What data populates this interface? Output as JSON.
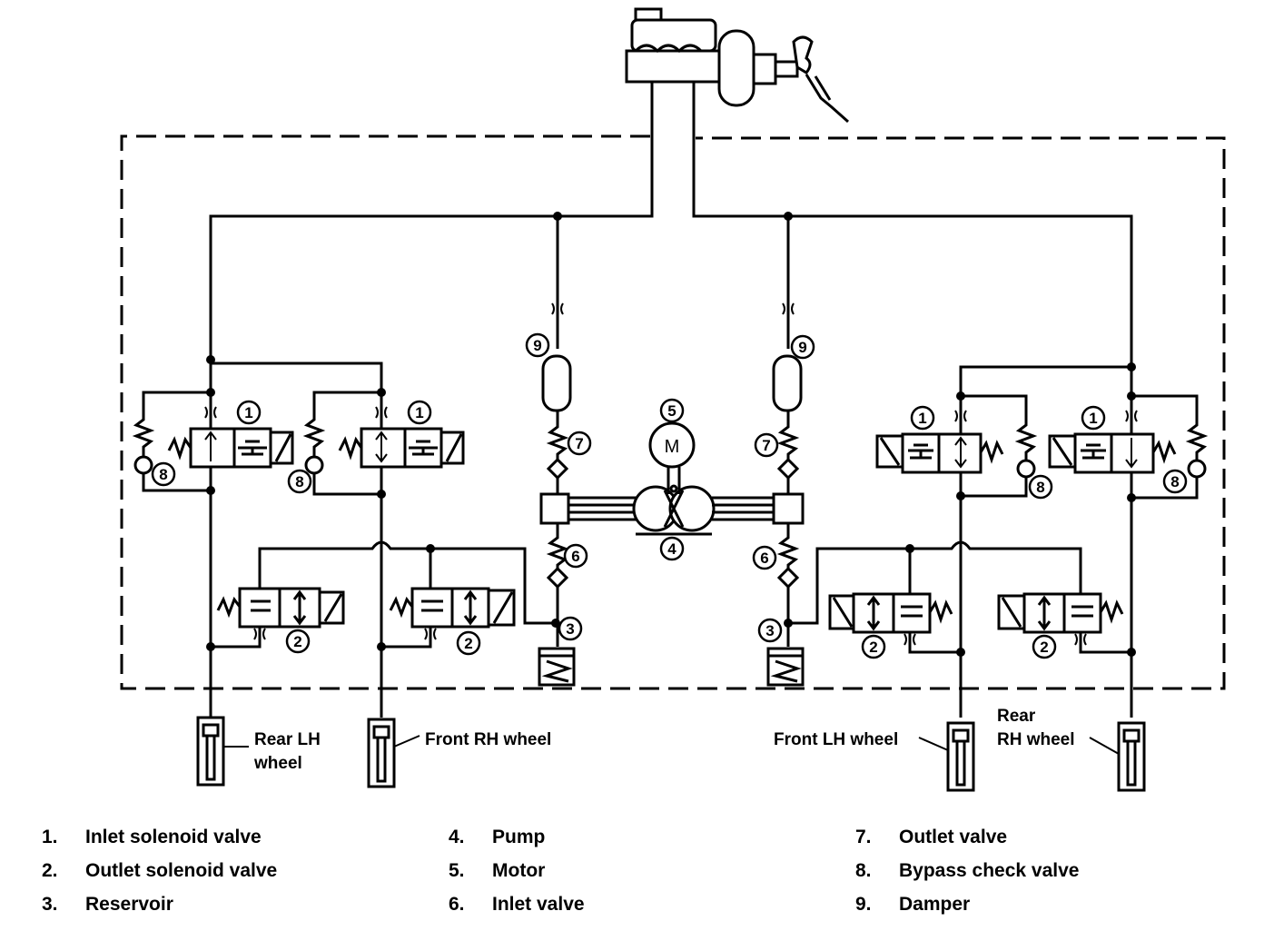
{
  "labels": {
    "rear_lh_wheel_1": "Rear LH",
    "rear_lh_wheel_2": "wheel",
    "front_rh_wheel": "Front RH wheel",
    "front_lh_wheel": "Front LH wheel",
    "rear_rh_wheel_1": "Rear",
    "rear_rh_wheel_2": "RH wheel",
    "motor_symbol": "M"
  },
  "callouts": [
    "1",
    "2",
    "3",
    "4",
    "5",
    "6",
    "7",
    "8",
    "9"
  ],
  "legend": [
    {
      "num": "1.",
      "text": "Inlet solenoid valve"
    },
    {
      "num": "2.",
      "text": "Outlet solenoid valve"
    },
    {
      "num": "3.",
      "text": "Reservoir"
    },
    {
      "num": "4.",
      "text": "Pump"
    },
    {
      "num": "5.",
      "text": "Motor"
    },
    {
      "num": "6.",
      "text": "Inlet valve"
    },
    {
      "num": "7.",
      "text": "Outlet valve"
    },
    {
      "num": "8.",
      "text": "Bypass check valve"
    },
    {
      "num": "9.",
      "text": "Damper"
    }
  ]
}
